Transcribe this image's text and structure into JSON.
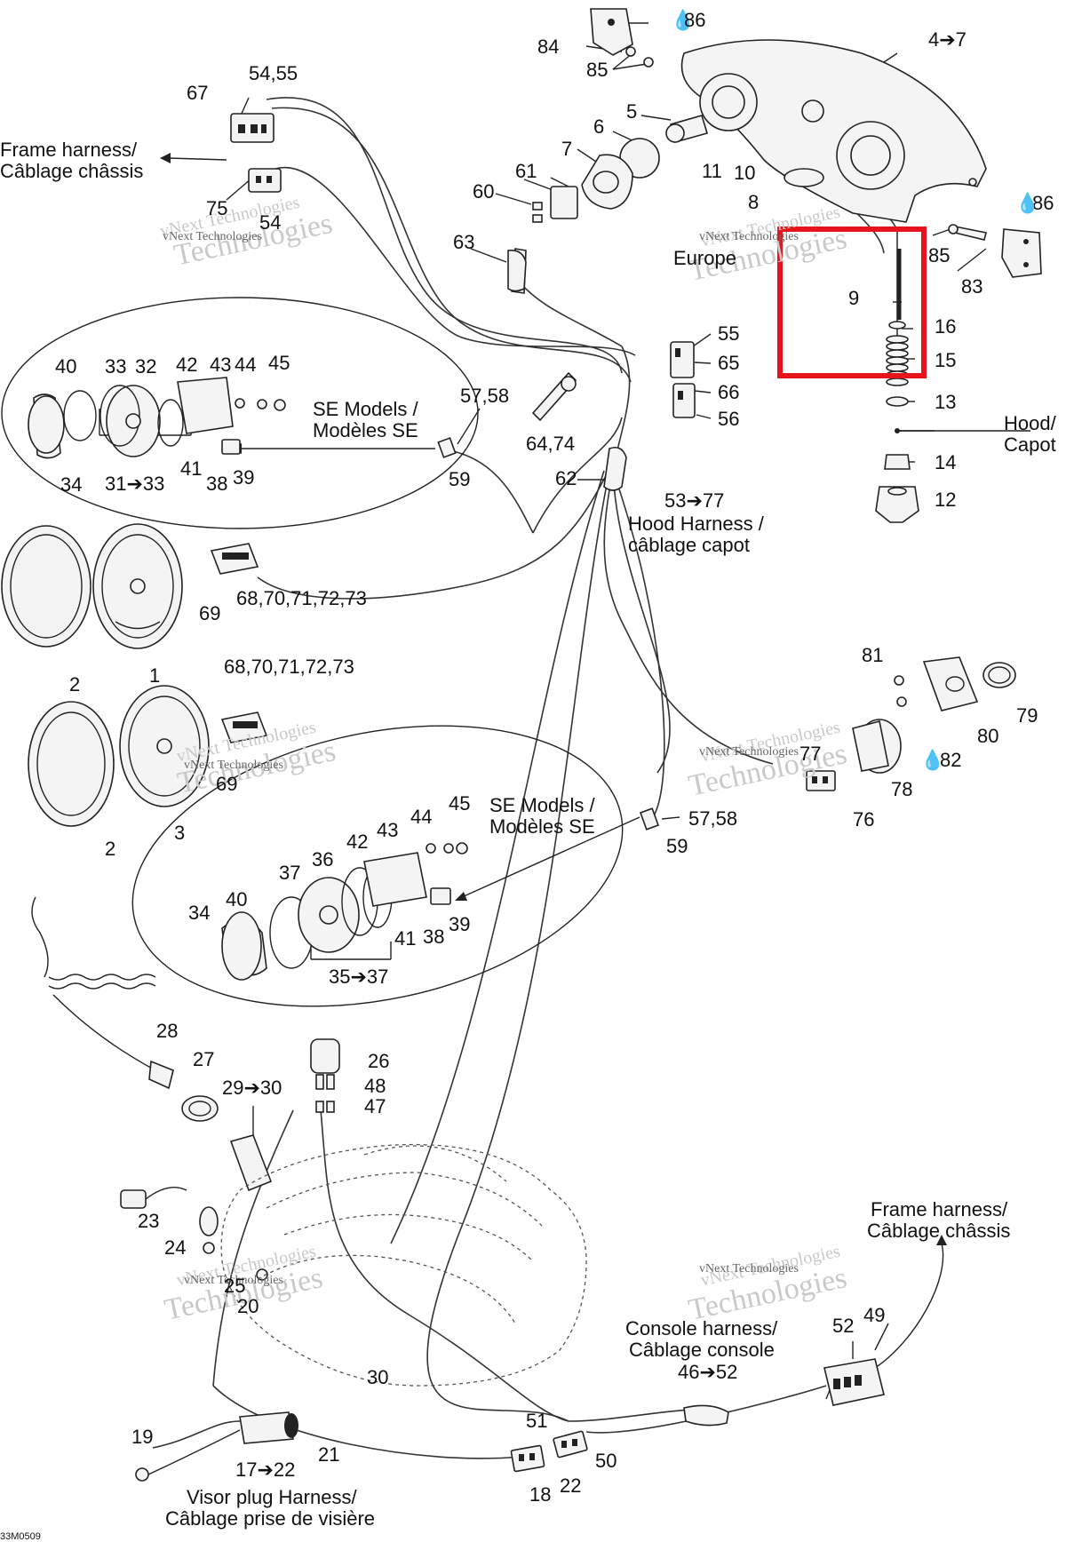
{
  "part_numbers": {
    "n1": "1",
    "n2a": "2",
    "n2b": "2",
    "n3": "3",
    "n4_7": "4➔7",
    "n5": "5",
    "n6": "6",
    "n7": "7",
    "n8": "8",
    "n9": "9",
    "n10": "10",
    "n11": "11",
    "n12": "12",
    "n13": "13",
    "n14": "14",
    "n15": "15",
    "n16": "16",
    "n17_22": "17➔22",
    "n18": "18",
    "n19": "19",
    "n20": "20",
    "n21": "21",
    "n22": "22",
    "n23": "23",
    "n24": "24",
    "n25": "25",
    "n26": "26",
    "n27": "27",
    "n28": "28",
    "n29_30": "29➔30",
    "n30": "30",
    "n31_33": "31➔33",
    "n32": "32",
    "n33": "33",
    "n34a": "34",
    "n34b": "34",
    "n35_37": "35➔37",
    "n36": "36",
    "n37": "37",
    "n38a": "38",
    "n38b": "38",
    "n39a": "39",
    "n39b": "39",
    "n40a": "40",
    "n40b": "40",
    "n41a": "41",
    "n41b": "41",
    "n42a": "42",
    "n42b": "42",
    "n43a": "43",
    "n43b": "43",
    "n44a": "44",
    "n44b": "44",
    "n45a": "45",
    "n45b": "45",
    "n46_52": "46➔52",
    "n47": "47",
    "n48": "48",
    "n49": "49",
    "n50": "50",
    "n51": "51",
    "n52": "52",
    "n53_77": "53➔77",
    "n54": "54",
    "n54_55": "54,55",
    "n55": "55",
    "n56": "56",
    "n57_58a": "57,58",
    "n57_58b": "57,58",
    "n59a": "59",
    "n59b": "59",
    "n60": "60",
    "n61": "61",
    "n62": "62",
    "n63": "63",
    "n64_74": "64,74",
    "n65": "65",
    "n66": "66",
    "n67": "67",
    "n68_73a": "68,70,71,72,73",
    "n68_73b": "68,70,71,72,73",
    "n69a": "69",
    "n69b": "69",
    "n75": "75",
    "n76": "76",
    "n77": "77",
    "n78": "78",
    "n79": "79",
    "n80": "80",
    "n81": "81",
    "n82": "82",
    "n83": "83",
    "n84": "84",
    "n85a": "85",
    "n85b": "85",
    "n86a": "86",
    "n86b": "86"
  },
  "captions": {
    "frame_harness_top_en": "Frame harness/",
    "frame_harness_top_fr": "Câblage châssis",
    "se_models_top_en": "SE Models /",
    "se_models_top_fr": "Modèles SE",
    "se_models_mid_en": "SE Models /",
    "se_models_mid_fr": "Modèles SE",
    "hood_harness_en": "Hood Harness /",
    "hood_harness_fr": "câblage capot",
    "hood_en": "Hood/",
    "hood_fr": "Capot",
    "europe": "Europe",
    "frame_harness_bottom_en": "Frame harness/",
    "frame_harness_bottom_fr": "Câblage châssis",
    "console_harness_en": "Console harness/",
    "console_harness_fr": "Câblage console",
    "visor_plug_en": "Visor plug Harness/",
    "visor_plug_fr": "Câblage prise de visière",
    "diagram_code": "33M0509"
  },
  "watermark": "vNext Technologies",
  "highlight": {
    "color": "#e8141c",
    "parts": "9, 16, 15"
  },
  "colors": {
    "line": "#222222",
    "watermark": "#c9c9c9"
  }
}
